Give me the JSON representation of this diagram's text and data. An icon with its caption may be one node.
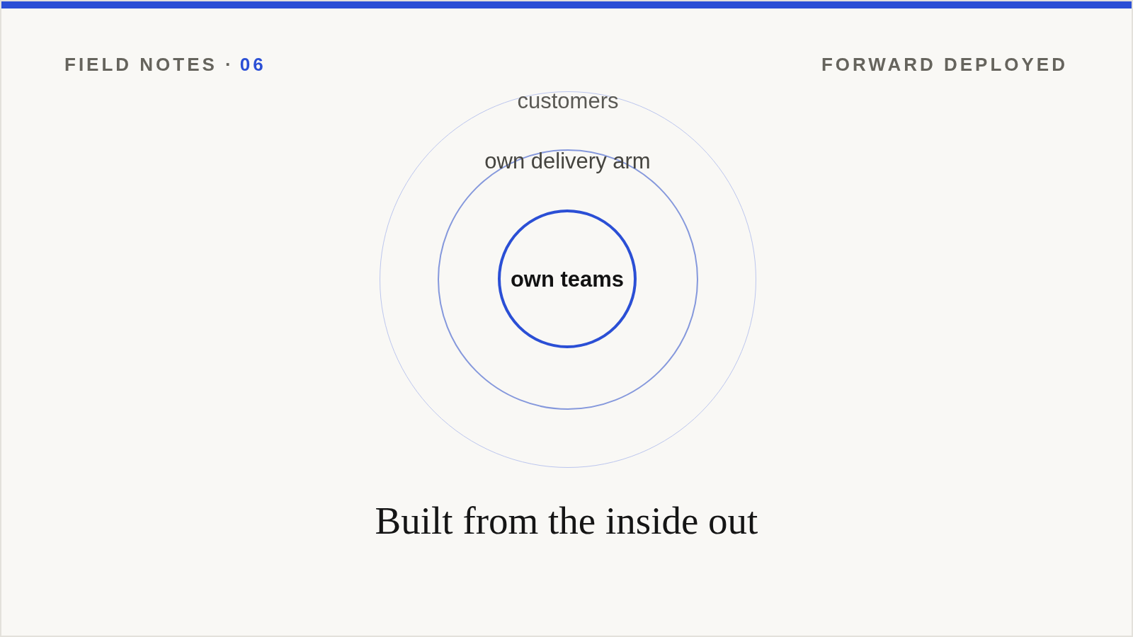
{
  "diagram": {
    "title": "Built from the inside out",
    "nodes": [
      {
        "text": [
          "customers"
        ]
      },
      {
        "text": [
          "own delivery arm"
        ],
        "in": 0
      },
      {
        "text": [
          "own teams"
        ],
        "in": 1
      }
    ],
    "labels": [
      "FIELD NOTES ·",
      "06",
      "FORWARD DEPLOYED"
    ]
  }
}
